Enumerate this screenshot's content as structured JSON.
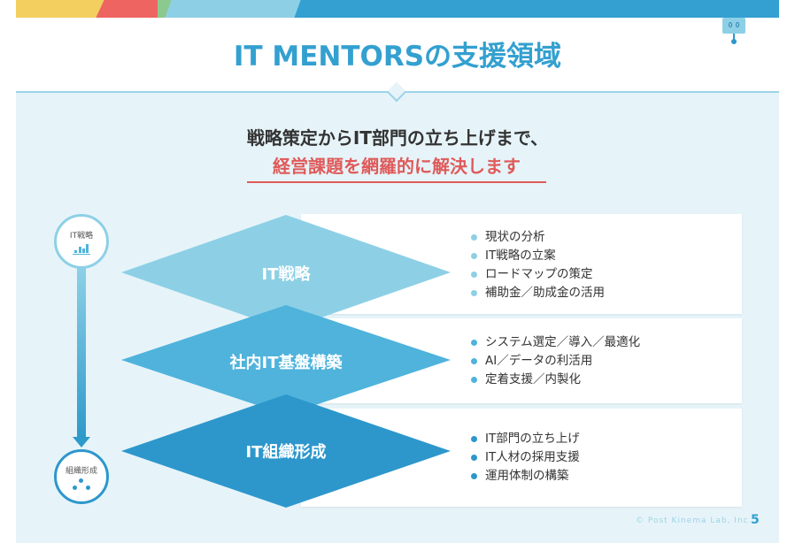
{
  "header": {
    "title": "IT MENTORSの支援領域"
  },
  "headline": {
    "line1": "戦略策定からIT部門の立ち上げまで、",
    "line2": "経営課題を網羅的に解決します"
  },
  "flow": {
    "start_label": "IT戦略",
    "end_label": "組織形成"
  },
  "layers": [
    {
      "name": "IT戦略",
      "color": "#8dd0e6",
      "items": [
        "現状の分析",
        "IT戦略の立案",
        "ロードマップの策定",
        "補助金／助成金の活用"
      ]
    },
    {
      "name": "社内IT基盤構築",
      "color": "#4fb3dc",
      "items": [
        "システム選定／導入／最適化",
        "AI／データの利活用",
        "定着支援／内製化"
      ]
    },
    {
      "name": "IT組織形成",
      "color": "#2d97cc",
      "items": [
        "IT部門の立ち上げ",
        "IT人材の採用支援",
        "運用体制の構築"
      ]
    }
  ],
  "footer": {
    "copyright": "© Post Kinema Lab, Inc.",
    "page": "5"
  }
}
